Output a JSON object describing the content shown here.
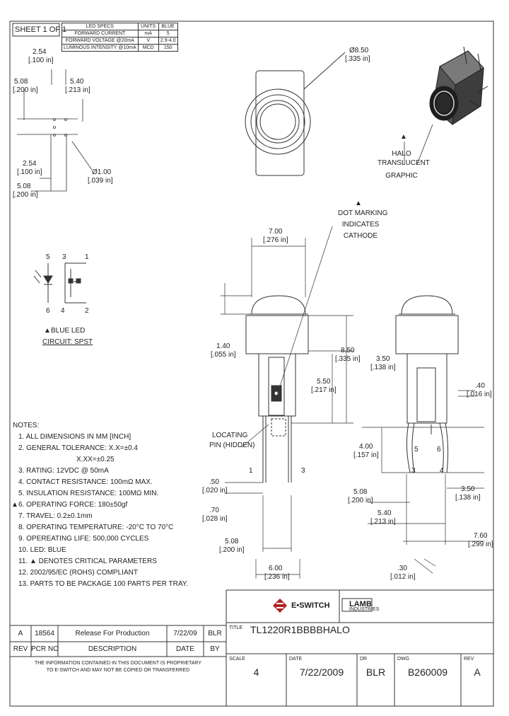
{
  "sheet": "SHEET 1 OF 1",
  "led_table": {
    "headers": [
      "LED SPECS",
      "UNITS",
      "BLUE"
    ],
    "rows": [
      [
        "FORWARD CURRENT",
        "mA",
        "5"
      ],
      [
        "FORWARD VOLTAGE @20mA",
        "V",
        "2.9-4.0"
      ],
      [
        "LUMINOUS INTENSITY @10mA",
        "MCD",
        "150"
      ]
    ]
  },
  "dims": {
    "d254": "2.54",
    "d254_in": "[.100 in]",
    "d508": "5.08",
    "d508_in": "[.200 in]",
    "d540": "5.40",
    "d540_in": "[.213 in]",
    "d254b": "2.54",
    "d254b_in": "[.100 in]",
    "d508b": "5.08",
    "d508b_in": "[.200 in]",
    "phi100": "Ø1.00",
    "phi100_in": "[.039 in]",
    "phi850": "Ø8.50",
    "phi850_in": "[.335 in]",
    "w700": "7.00",
    "w700_in": "[.276 in]",
    "h140": "1.40",
    "h140_in": "[.055 in]",
    "h850": "8.50",
    "h850_in": "[.335 in]",
    "h550": "5.50",
    "h550_in": "[.217 in]",
    "h350": "3.50",
    "h350_in": "[.138 in]",
    "h40r": ".40",
    "h40r_in": "[.016 in]",
    "d050": ".50",
    "d050_in": "[.020 in]",
    "d070": ".70",
    "d070_in": "[.028 in]",
    "d508c": "5.08",
    "d508c_in": "[.200 in]",
    "d600": "6.00",
    "d600_in": "[.236 in]",
    "d400": "4.00",
    "d400_in": "[.157 in]",
    "d508r": "5.08",
    "d508r_in": "[.200 in]",
    "d540r": "5.40",
    "d540r_in": "[.213 in]",
    "d350r": "3.50",
    "d350r_in": "[.138 in]",
    "d760": "7.60",
    "d760_in": "[.299 in]",
    "d030": ".30",
    "d030_in": "[.012 in]"
  },
  "labels": {
    "halo1": "HALO",
    "halo2": "TRANSLUCENT",
    "halo3": "GRAPHIC",
    "dot1": "DOT MARKING",
    "dot2": "INDICATES",
    "dot3": "CATHODE",
    "locating1": "LOCATING",
    "locating2": "PIN (HIDDEN)",
    "blue_led": "BLUE LED",
    "circuit": "CIRCUIT: SPST",
    "pins": [
      "5",
      "3",
      "1",
      "6",
      "4",
      "2"
    ],
    "sidepins": [
      "1",
      "3",
      "5",
      "6",
      "3",
      "4"
    ]
  },
  "notes": {
    "title": "NOTES:",
    "items": [
      "1. ALL DIMENSIONS IN MM [INCH]",
      "2. GENERAL TOLERANCE: X.X=±0.4",
      "X.XX=±0.25",
      "3. RATING: 12VDC @ 50mA",
      "4. CONTACT RESISTANCE: 100mΩ MAX.",
      "5. INSULATION RESISTANCE: 100MΩ MIN.",
      "6. OPERATING FORCE: 180±50gf",
      "7. TRAVEL: 0.2±0.1mm",
      "8. OPERATING TEMPERATURE: -20°C TO 70°C",
      "9. OPEREATING LIFE: 500,000 CYCLES",
      "10. LED: BLUE",
      "11. ▲ DENOTES CRITICAL PARAMETERS",
      "12. 2002/95/EC (ROHS) COMPLIANT",
      "13. PARTS TO BE PACKAGE 100 PARTS PER TRAY."
    ]
  },
  "revision": {
    "row": [
      "A",
      "18564",
      "Release For Production",
      "7/22/09",
      "BLR"
    ],
    "headers": [
      "REV",
      "PCR NO",
      "DESCRIPTION",
      "DATE",
      "BY"
    ],
    "disclaimer1": "THE INFORMATION CONTAINED IN THIS DOCUMENT IS PROPRIETARY",
    "disclaimer2": "TO E-SWITCH AND MAY NOT BE COPIED OR TRANSFERRED"
  },
  "title_block": {
    "brand1": "E•SWITCH",
    "brand2": "LAMB",
    "brand2_sub": "INDUSTRIES",
    "title_label": "TITLE",
    "title": "TL1220R1BBBBHALO",
    "scale_label": "SCALE",
    "scale": "4",
    "date_label": "DATE",
    "date": "7/22/2009",
    "dr_label": "DR",
    "dr": "BLR",
    "dwg_label": "DWG",
    "dwg": "B260009",
    "rev_label": "REV",
    "rev": "A"
  }
}
